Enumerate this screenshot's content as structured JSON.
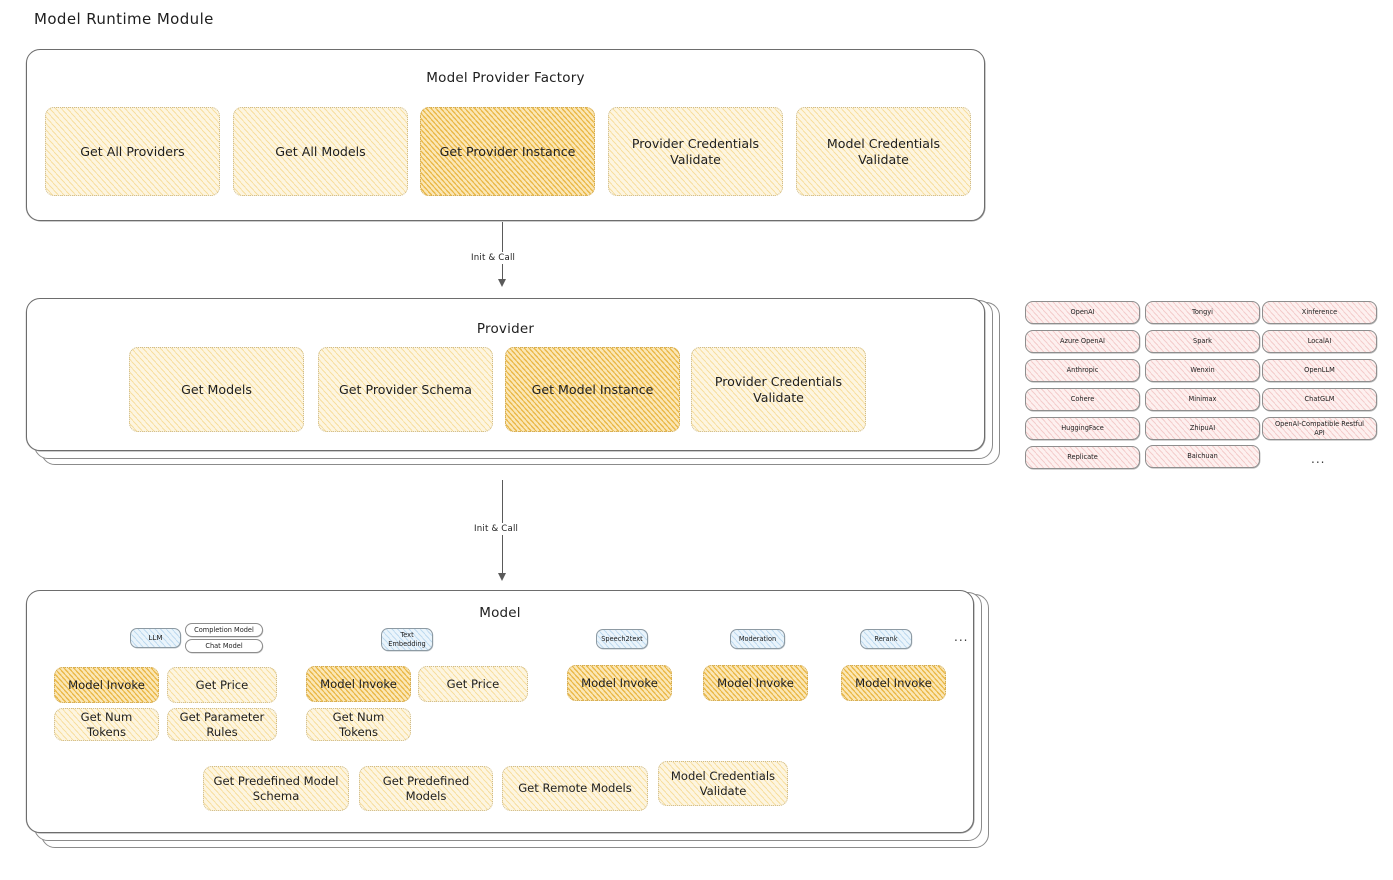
{
  "page": {
    "title": "Model Runtime Module"
  },
  "colors": {
    "highlight_fill": "#fbe7b6",
    "card_fill": "#fdf5e0",
    "provider_chip_fill": "#fdf0ef",
    "model_tag_fill": "#eaf4fb",
    "stroke": "#6d6d6d",
    "text": "#1e1e1e"
  },
  "factory": {
    "title": "Model Provider Factory",
    "cards": [
      {
        "label": "Get All Providers",
        "highlight": false
      },
      {
        "label": "Get All Models",
        "highlight": false
      },
      {
        "label": "Get Provider Instance",
        "highlight": true
      },
      {
        "label": "Provider Credentials Validate",
        "highlight": false
      },
      {
        "label": "Model Credentials Validate",
        "highlight": false
      }
    ]
  },
  "arrows": [
    {
      "label": "Init & Call"
    },
    {
      "label": "Init & Call"
    }
  ],
  "provider": {
    "title": "Provider",
    "cards": [
      {
        "label": "Get Models",
        "highlight": false
      },
      {
        "label": "Get Provider Schema",
        "highlight": false
      },
      {
        "label": "Get Model Instance",
        "highlight": true
      },
      {
        "label": "Provider Credentials Validate",
        "highlight": false
      }
    ]
  },
  "provider_list": {
    "ellipsis": "...",
    "columns": [
      [
        "OpenAI",
        "Azure OpenAI",
        "Anthropic",
        "Cohere",
        "HuggingFace",
        "Replicate"
      ],
      [
        "Tongyi",
        "Spark",
        "Wenxin",
        "Minimax",
        "ZhipuAI",
        "Baichuan"
      ],
      [
        "Xinference",
        "LocalAI",
        "OpenLLM",
        "ChatGLM",
        "OpenAI-Compatible Restful API"
      ]
    ]
  },
  "model": {
    "title": "Model",
    "ellipsis": "...",
    "groups": [
      {
        "tag": "LLM",
        "subtags": [
          "Completion Model",
          "Chat Model"
        ],
        "cards": [
          {
            "label": "Model Invoke",
            "highlight": true
          },
          {
            "label": "Get Price",
            "highlight": false
          },
          {
            "label": "Get Num Tokens",
            "highlight": false
          },
          {
            "label": "Get Parameter Rules",
            "highlight": false
          }
        ]
      },
      {
        "tag": "Text Embedding",
        "subtags": [],
        "cards": [
          {
            "label": "Model Invoke",
            "highlight": true
          },
          {
            "label": "Get Price",
            "highlight": false
          },
          {
            "label": "Get Num Tokens",
            "highlight": false
          }
        ]
      },
      {
        "tag": "Speech2text",
        "subtags": [],
        "cards": [
          {
            "label": "Model Invoke",
            "highlight": true
          }
        ]
      },
      {
        "tag": "Moderation",
        "subtags": [],
        "cards": [
          {
            "label": "Model Invoke",
            "highlight": true
          }
        ]
      },
      {
        "tag": "Rerank",
        "subtags": [],
        "cards": [
          {
            "label": "Model Invoke",
            "highlight": true
          }
        ]
      }
    ],
    "common_cards": [
      "Get Predefined Model Schema",
      "Get Predefined Models",
      "Get Remote Models",
      "Model Credentials Validate"
    ]
  }
}
